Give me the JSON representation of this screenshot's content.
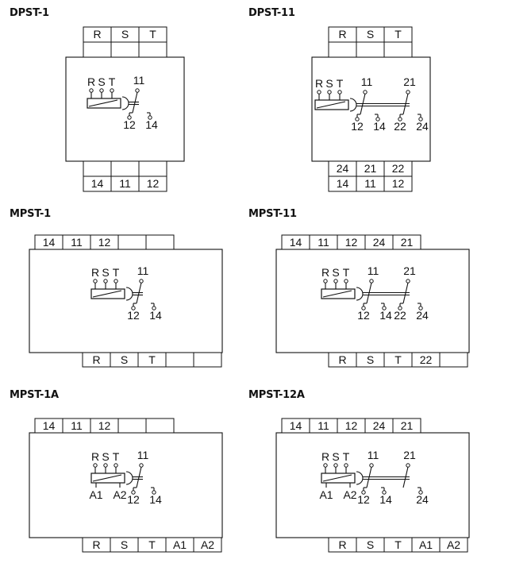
{
  "diagrams": [
    {
      "title": "DPST-1",
      "top_terminals": [
        "R",
        "S",
        "T"
      ],
      "bottom_rows": [
        [
          "14",
          "11",
          "12"
        ]
      ],
      "coil_labels": [
        "R",
        "S",
        "T"
      ],
      "contacts": [
        {
          "common": "11",
          "nc": "12",
          "no": "14"
        }
      ],
      "coil_ends": []
    },
    {
      "title": "DPST-11",
      "top_terminals": [
        "R",
        "S",
        "T"
      ],
      "bottom_rows": [
        [
          "24",
          "21",
          "22"
        ],
        [
          "14",
          "11",
          "12"
        ]
      ],
      "coil_labels": [
        "R",
        "S",
        "T"
      ],
      "contacts": [
        {
          "common": "11",
          "nc": "12",
          "no": "14"
        },
        {
          "common": "21",
          "nc": "22",
          "no": "24"
        }
      ],
      "coil_ends": []
    },
    {
      "title": "MPST-1",
      "top_terminals": [
        "14",
        "11",
        "12",
        "",
        ""
      ],
      "bottom_rows": [
        [
          "R",
          "S",
          "T",
          "",
          ""
        ]
      ],
      "coil_labels": [
        "R",
        "S",
        "T"
      ],
      "contacts": [
        {
          "common": "11",
          "nc": "12",
          "no": "14"
        }
      ],
      "coil_ends": []
    },
    {
      "title": "MPST-11",
      "top_terminals": [
        "14",
        "11",
        "12",
        "24",
        "21"
      ],
      "bottom_rows": [
        [
          "R",
          "S",
          "T",
          "22",
          ""
        ]
      ],
      "coil_labels": [
        "R",
        "S",
        "T"
      ],
      "contacts": [
        {
          "common": "11",
          "nc": "12",
          "no": "14"
        },
        {
          "common": "21",
          "nc": "22",
          "no": "24"
        }
      ],
      "coil_ends": []
    },
    {
      "title": "MPST-1A",
      "top_terminals": [
        "14",
        "11",
        "12",
        "",
        ""
      ],
      "bottom_rows": [
        [
          "R",
          "S",
          "T",
          "A1",
          "A2"
        ]
      ],
      "coil_labels": [
        "R",
        "S",
        "T"
      ],
      "contacts": [
        {
          "common": "11",
          "nc": "12",
          "no": "14"
        }
      ],
      "coil_ends": [
        "A1",
        "A2"
      ]
    },
    {
      "title": "MPST-12A",
      "top_terminals": [
        "14",
        "11",
        "12",
        "24",
        "21"
      ],
      "bottom_rows": [
        [
          "R",
          "S",
          "T",
          "A1",
          "A2"
        ]
      ],
      "coil_labels": [
        "R",
        "S",
        "T"
      ],
      "contacts": [
        {
          "common": "11",
          "nc": "12",
          "no": "14"
        },
        {
          "common": "21",
          "nc": "",
          "no": "24"
        }
      ],
      "coil_ends": [
        "A1",
        "A2"
      ]
    }
  ]
}
